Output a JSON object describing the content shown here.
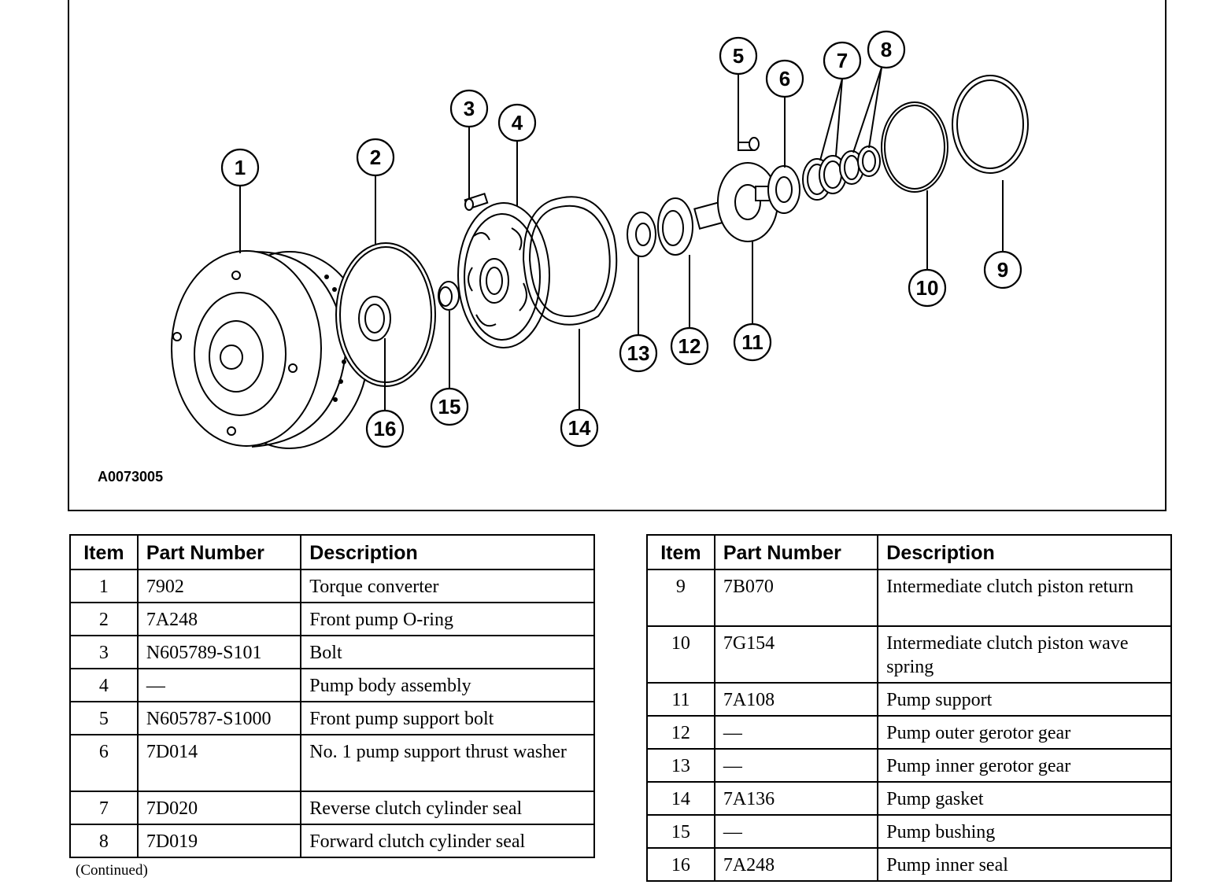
{
  "figure_id": "A0073005",
  "callouts": [
    "1",
    "2",
    "3",
    "4",
    "5",
    "6",
    "7",
    "8",
    "9",
    "10",
    "11",
    "12",
    "13",
    "14",
    "15",
    "16"
  ],
  "table_headers": {
    "item": "Item",
    "part_number": "Part Number",
    "description": "Description"
  },
  "left_table": [
    {
      "item": "1",
      "part": "7902",
      "desc": "Torque converter"
    },
    {
      "item": "2",
      "part": "7A248",
      "desc": "Front pump O-ring"
    },
    {
      "item": "3",
      "part": "N605789-S101",
      "desc": "Bolt"
    },
    {
      "item": "4",
      "part": "—",
      "desc": "Pump body assembly"
    },
    {
      "item": "5",
      "part": "N605787-S1000",
      "desc": "Front pump support bolt"
    },
    {
      "item": "6",
      "part": "7D014",
      "desc": "No. 1 pump support thrust washer"
    },
    {
      "item": "7",
      "part": "7D020",
      "desc": "Reverse clutch cylinder seal"
    },
    {
      "item": "8",
      "part": "7D019",
      "desc": "Forward clutch cylinder seal"
    }
  ],
  "right_table": [
    {
      "item": "9",
      "part": "7B070",
      "desc": "Intermediate clutch piston return"
    },
    {
      "item": "10",
      "part": "7G154",
      "desc": "Intermediate clutch piston wave spring"
    },
    {
      "item": "11",
      "part": "7A108",
      "desc": "Pump support"
    },
    {
      "item": "12",
      "part": "—",
      "desc": "Pump outer gerotor gear"
    },
    {
      "item": "13",
      "part": "—",
      "desc": "Pump inner gerotor gear"
    },
    {
      "item": "14",
      "part": "7A136",
      "desc": "Pump gasket"
    },
    {
      "item": "15",
      "part": "—",
      "desc": "Pump bushing"
    },
    {
      "item": "16",
      "part": "7A248",
      "desc": "Pump inner seal"
    }
  ],
  "continued_note": "(Continued)"
}
